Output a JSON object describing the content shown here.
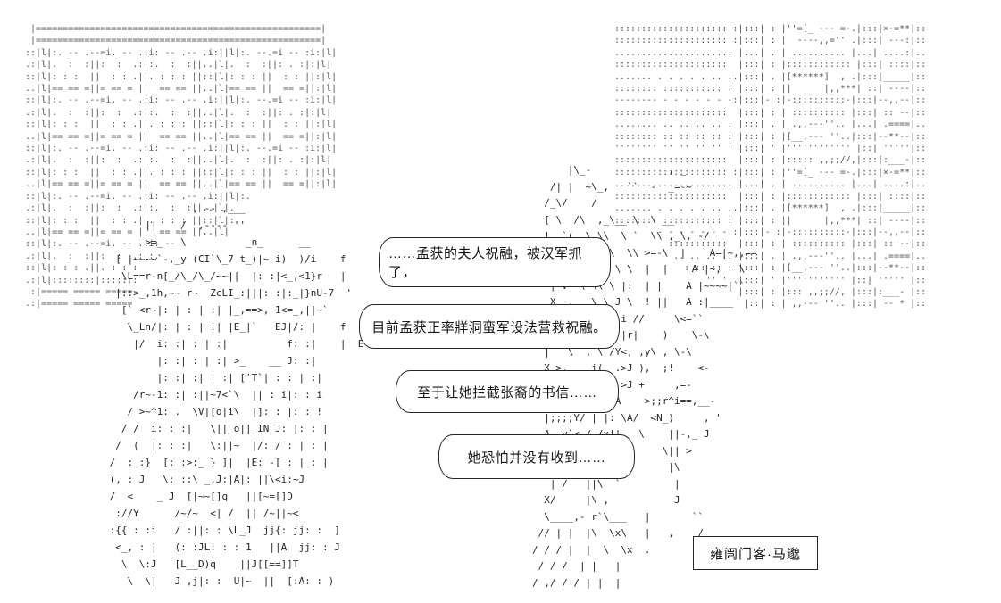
{
  "scene": {
    "bg_color": "#ffffff",
    "ink_color": "#262626",
    "wall_color": "#555555"
  },
  "dialogue": {
    "bubbles": [
      {
        "text": "……孟获的夫人祝融，被汉军抓了，"
      },
      {
        "text": "目前孟获正率牂洞蛮军设法营救祝融。"
      },
      {
        "text": "至于让她拦截张裔的书信……"
      },
      {
        "text": "她恐怕并没有收到……"
      }
    ],
    "name_tag": "雍闿门客·马邈"
  },
  "ascii_art": {
    "left_wall_lines": [
      " |=====================================================|",
      " |=====================================================|",
      "::|l|:. -- .--=i. -- .:i: -- .-- .i:||l|:. --.=i -- :i:|l|",
      ".:|l|.  :  :||:  :  .:|:.  :  :||..|l|.  :  :||: . :|:|l|",
      "::|l|: : :  ||  : : .||. : : : ||::|l|: : : ||  : : ||:|l|",
      "..|l|== == =||= == = ||  == == ||..|l|== == ||  == =||:|l|",
      "::|l|:. -- .--=i. -- .:i: -- .-- .i:||l|:. --.=i -- :i:|l|",
      ".:|l|.  :  :||:  :  .:|:.  :  :||..|l|.  :  :||: . :|:|l|",
      "::|l|: : :  ||  : : .||. : : : ||::|l|: : : ||  : : ||:|l|",
      "..|l|== == =||= == = ||  == == ||..|l|== == ||  == =||:|l|",
      "::|l|:. -- .--=i. -- .:i: -- .-- .i:||l|:. --.=i -- :i:|l|",
      ".:|l|.  :  :||:  :  .:|:.  :  :||..|l|.  :  :||: . :|:|l|",
      "::|l|: : :  ||  : : .||. : : : ||::|l|: : : ||  : : ||:|l|",
      "..|l|== == =||= == = ||  == == ||..|l|== == ||  == =||:|l|",
      "::|l|:. -- .--=i. -- .:i: -- .-- .i:||l|:.",
      ".:|l|.  :  :||:  :  .:|:.  :  :||..|l|.",
      "::|l|: : :  ||  : : .||. : : : ||::|l|:",
      "..|l|== == =||= == = ||  == == ||..|l|",
      "::|l|:. -- .--=i. -- .:i: --",
      ".:|l|.  :  :||:  :  .:|:.",
      "::|l|: : : .||. : : :",
      ".:|l|::::::::|:::::::",
      " :|===== ===== =====",
      ".:|===== ===== ====="
    ],
    "right_wall_lines": [
      "::::::::::::::::::::: :|:::| : |''=[_ --- =-.|:::|×-=**|::",
      "::::::::::::::::::::: :|:::| : |  ----,,='' .|:::| ---:|::",
      "...................... |...| . | .......... |...| ....:|..",
      ":::::::::::::::::::::  |:::| : |:::::::::::: |:::| ::::|::",
      "....... . . . . . .. ..|:::| . |[******]  , .|:::|_____|::",
      ":::::::: ::::::::::: : |:::| : ||      |,,***| ::| ----|::",
      "-------- - - - - - - -:|:::|- :|-::::::::::-|:::|--,,--|::",
      ":::::::::::::::::::::  |:::| : | :::::::::: |:::| :: --|::",
      "........ .. .. .. .. . |:::| . | .,,---''.. |...| .====|..",
      ":::::::: :: :: :: :: : |:::| : |[__,--- ''..|:::|--**--|::",
      "'''''''' '' '' '' '' ' |:::| ' |'''''''''''' |::| '''''|::",
      ":::::::::::::::::::::  |:::| : |::::: ,,;;//,|:::|:___-|::",
      "::::::::::::::::::::: :|:::| : |''=[_ --- =-.|:::|×-=**|::",
      "...................... |...| . | .......... |...| ....:|..",
      ":::::::::::::::::::::  |:::| : |:::::::::::: |:::| ::::|::",
      "....... . . . . . .. ..|:::| . |[******]  , .|:::|_____|::",
      ":::::::: ::::::::::: : |:::| : ||      |,,***| ::| ----|::",
      "        - - - - - - - :|:::|- :|-::::::::::-|:::|--,,--|::",
      "          :::::::::::  |:::| : | :::::::::: |:::| :: --|::",
      "           .. .. .. .. |:::| . | .,,---''.. |...| .====|..",
      "             : :: :: : |:::| : |[__,--- ''..|:::|--**--|::",
      "                 '' '  |:::| ' |''''''''''' |::| ''''' |::",
      "                       |:::| : |::: ,,;;//, |:::|:___- |::",
      "                        |::| : | ,,--- ''.. |:::| -- * |::"
    ],
    "left_character_lines": [
      "               , -- ,___",
      "       ||    /  ,---- ''",
      "       >=_   \\          _n_      __",
      "  [ |~~~~`-,_y (CI`\\_7 t_)|~ i)  )/i    f",
      "   \\L==r-n[_/\\_/\\_/~~||  |: :|<_,<1}r   |",
      "  |::>_,1h,~~ r~  ZcLI_:|||: :|:_|}nU-7  '",
      "   [` <r~|: | : | :| |_,==>, 1<=_,||~`",
      "    \\_Ln/|: | : | :| |E_|`   EJ|/: |    f",
      "     |/  i: :| : | :|          f: :|    |  E",
      "         |: :| : | :| >_    __ J: :|",
      "         |: :| :| | :| ['T`| : : | :|",
      "     /r~-1: :| :||~7<`\\  || : i|: : i",
      "    / >~^1: .  \\V|[o|i\\  |]: : |: : !",
      "   / /  i: : :|   \\||_o||_IN J: |: : |",
      "  /  (  |: : :|   \\:||~  |/: / : | : |",
      " /  : :}  [: :>:_ } ]|  |E: -[ : | : |",
      " (, : J   \\: ::\\ _,J:|A|: ||\\<i:~J",
      " /  <    _ J  [|~~[]q   ||[~=[]D",
      "  ://Y      /~/~  <| /  || /~||~<",
      " :{{ : :i   / :||: : \\L_J  jj{: jj: :  ]",
      "  <_, : |   (: :JL: : : 1   ||A  jj: : J",
      "   \\  \\:J   [L__D)q    ||J[[==]]T",
      "    \\  \\|   J ,j|: :  U|~  ||  [:A: : )"
    ],
    "right_character_lines": [
      "      |\\_-             , _",
      "   /| |  ~\\_,   ``  -  _=-~",
      "  /_\\/    /",
      "  [ \\  /\\  ,_\\__ \\  \\ __",
      "  |  `(, \\ \\\\  \\ `  \\\\ ,_\\, -/",
      "  \\ /\\J\\|  i \\  \\\\ >=-\\  |    A=|~,,==",
      "   \\/-V    \\\\ \\ \\  |  |    A |~,   \\",
      "   | V  \\ \\\\ \\ |:  | |    A |~~~~|``",
      "   X  , _ \\ \\ J \\  ! ||   A :|____",
      "   || A     \\  i //     \\<=``",
      "   /\\\\ \\     u |r|    )    \\-\\",
      "  |   \\  , \\ /Y<, ,y\\ , \\-\\",
      "  X >,___ i(  .>J ),  ;!    <-",
      "  >:|/ \\ /A<   >J +     ,=-",
      "    \\ )    r\\|A    >;;r^i==,__-",
      "  |;;;;Y/ | |: \\A/  <N_)     , '",
      "  A ,y`< / /x||   \\    ||-,_ J",
      "  | >   \\| /) ||\\     \\|| >",
      "   7   \\)/   |\\        |\\",
      "   | /   ||\\  `         |",
      "  X/     |\\ ,           J",
      "  \\____,- r`\\___   |       ``",
      " // | |  |\\  \\x\\   |   ,    /",
      "/ / / |  |  \\  \\x  .        y/",
      " / / /  | |   |                 i",
      "/ ,/ / / | |  |"
    ]
  }
}
